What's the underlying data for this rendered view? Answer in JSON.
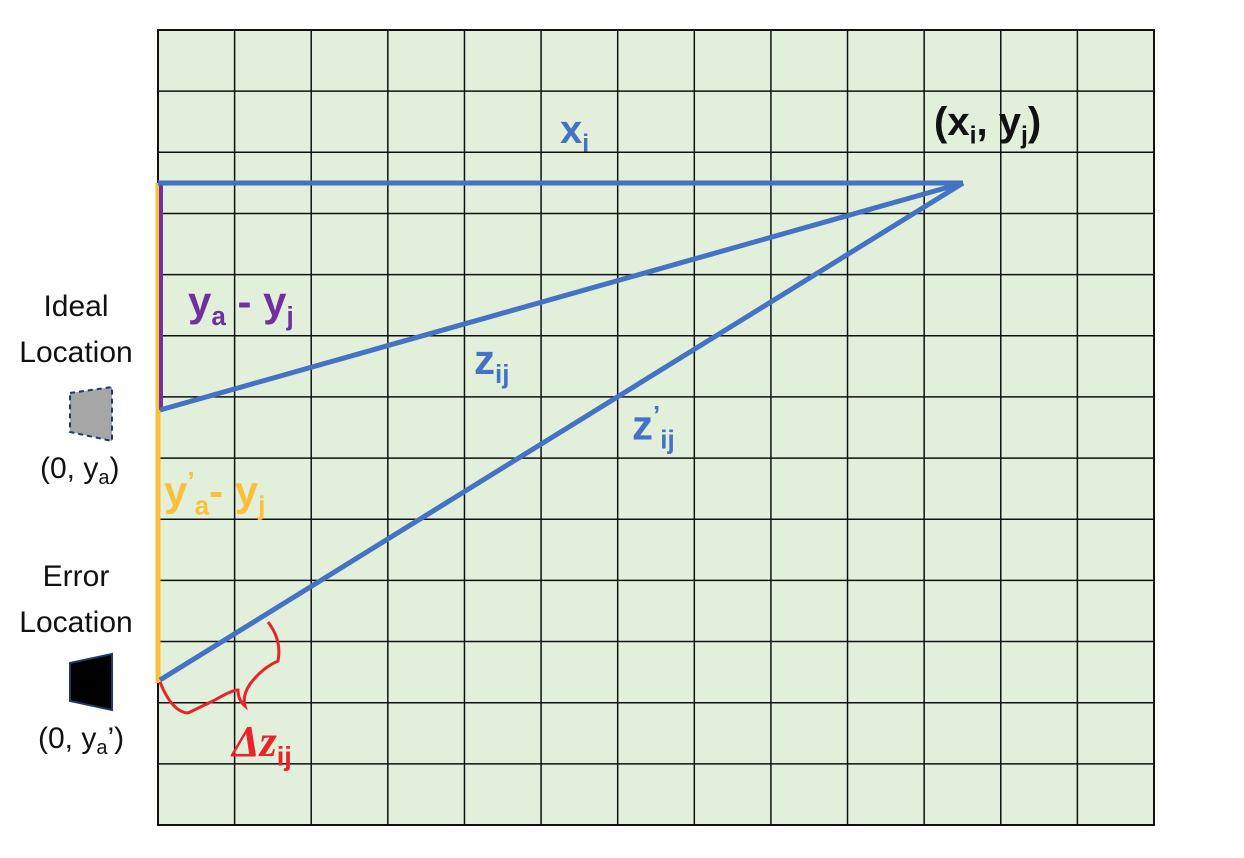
{
  "colors": {
    "grid_fill": "#E2EFDA",
    "grid_line": "#111111",
    "blue": "#4472C4",
    "purple": "#7030A0",
    "orange": "#FBBF3A",
    "red": "#E8232A"
  },
  "grid": {
    "columns": 13,
    "rows": 13
  },
  "labels": {
    "ideal_line1": "Ideal",
    "ideal_line2": "Location",
    "ideal_coord_prefix": "(0, y",
    "ideal_coord_sub": "a",
    "ideal_coord_suffix": ")",
    "error_line1": "Error",
    "error_line2": "Location",
    "error_coord_prefix": "(0, y",
    "error_coord_sub": "a",
    "error_coord_suffix": "’)",
    "point_prefix": "(x",
    "point_sub_i": "i",
    "point_mid": ", y",
    "point_sub_j": "j",
    "point_suffix": ")",
    "x_main": "x",
    "x_sub": "i",
    "ya_main": "y",
    "ya_sub": "a",
    "ya_dash": " - ",
    "yj_main": "y",
    "yj_sub": "j",
    "z_main": "z",
    "z_sub": "ij",
    "zp_main": "z",
    "zp_sup": "’",
    "zp_sub": "ij",
    "yap_main": "y",
    "yap_sup": "’",
    "yap_sub": "a",
    "yap_dash": "- ",
    "yj2_main": "y",
    "yj2_sub": "j",
    "dz_main": "Δz",
    "dz_sub": "ij"
  },
  "icons": {
    "ideal": "speaker-outline-icon",
    "error": "speaker-filled-icon"
  }
}
